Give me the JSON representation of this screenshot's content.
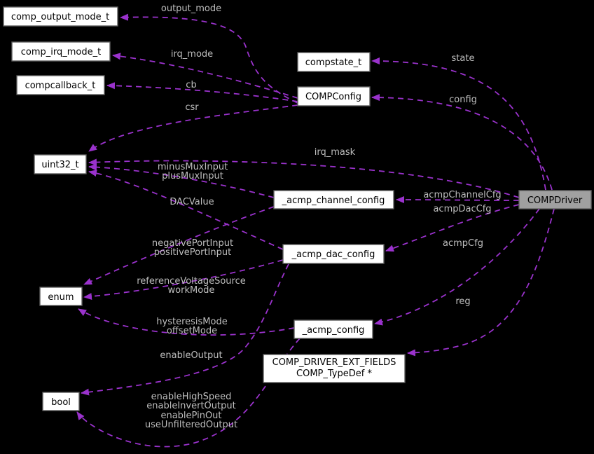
{
  "colors": {
    "background": "#000000",
    "edge": "#9a32cc",
    "edge_label": "#bebebe",
    "node_fill": "#ffffff",
    "node_border": "#5f5f5f",
    "node_text": "#000000",
    "active_node_fill": "#a0a0a0",
    "active_node_border": "#646464"
  },
  "diagram": {
    "type": "collaboration-graph",
    "focus_node": "COMPDriver"
  },
  "nodes": [
    {
      "id": "comp_output_mode_t",
      "label": "comp_output_mode_t"
    },
    {
      "id": "comp_irq_mode_t",
      "label": "comp_irq_mode_t"
    },
    {
      "id": "compcallback_t",
      "label": "compcallback_t"
    },
    {
      "id": "compstate_t",
      "label": "compstate_t"
    },
    {
      "id": "COMPConfig",
      "label": "COMPConfig"
    },
    {
      "id": "uint32_t",
      "label": "uint32_t"
    },
    {
      "id": "_acmp_channel_config",
      "label": "_acmp_channel_config"
    },
    {
      "id": "_acmp_dac_config",
      "label": "_acmp_dac_config"
    },
    {
      "id": "enum",
      "label": "enum"
    },
    {
      "id": "_acmp_config",
      "label": "_acmp_config"
    },
    {
      "id": "COMP_DRIVER_EXT_FIELDS",
      "lines": [
        "COMP_DRIVER_EXT_FIELDS",
        "COMP_TypeDef *"
      ]
    },
    {
      "id": "bool",
      "label": "bool"
    },
    {
      "id": "COMPDriver",
      "label": "COMPDriver",
      "highlight": true
    }
  ],
  "edges": [
    {
      "name": "output_mode",
      "from": "COMPConfig",
      "to": "comp_output_mode_t",
      "lines": [
        "output_mode"
      ]
    },
    {
      "name": "irq_mode",
      "from": "COMPConfig",
      "to": "comp_irq_mode_t",
      "lines": [
        "irq_mode"
      ]
    },
    {
      "name": "cb",
      "from": "COMPConfig",
      "to": "compcallback_t",
      "lines": [
        "cb"
      ]
    },
    {
      "name": "csr",
      "from": "COMPConfig",
      "to": "uint32_t",
      "lines": [
        "csr"
      ]
    },
    {
      "name": "state",
      "from": "COMPDriver",
      "to": "compstate_t",
      "lines": [
        "state"
      ]
    },
    {
      "name": "config",
      "from": "COMPDriver",
      "to": "COMPConfig",
      "lines": [
        "config"
      ]
    },
    {
      "name": "irq_mask",
      "from": "COMPDriver",
      "to": "uint32_t",
      "lines": [
        "irq_mask"
      ]
    },
    {
      "name": "mux-inputs",
      "from": "_acmp_channel_config",
      "to": "uint32_t",
      "lines": [
        "minusMuxInput",
        "plusMuxInput"
      ]
    },
    {
      "name": "dac-value",
      "from": "_acmp_dac_config",
      "to": "uint32_t",
      "lines": [
        "DACValue"
      ]
    },
    {
      "name": "port-inputs",
      "from": "_acmp_channel_config",
      "to": "enum",
      "lines": [
        "negativePortInput",
        "positivePortInput"
      ]
    },
    {
      "name": "reference-workmode",
      "from": "_acmp_dac_config",
      "to": "enum",
      "lines": [
        "referenceVoltageSource",
        "workMode"
      ]
    },
    {
      "name": "hysteresis-offset",
      "from": "_acmp_config",
      "to": "enum",
      "lines": [
        "hysteresisMode",
        "offsetMode"
      ]
    },
    {
      "name": "enable-output",
      "from": "_acmp_dac_config",
      "to": "bool",
      "lines": [
        "enableOutput"
      ]
    },
    {
      "name": "enable-flags",
      "from": "_acmp_config",
      "to": "bool",
      "lines": [
        "enableHighSpeed",
        "enableInvertOutput",
        "enablePinOut",
        "useUnfilteredOutput"
      ]
    },
    {
      "name": "acmpChannelCfg",
      "from": "COMPDriver",
      "to": "_acmp_channel_config",
      "lines": [
        "acmpChannelCfg"
      ]
    },
    {
      "name": "acmpDacCfg",
      "from": "COMPDriver",
      "to": "_acmp_dac_config",
      "lines": [
        "acmpDacCfg"
      ]
    },
    {
      "name": "acmpCfg",
      "from": "COMPDriver",
      "to": "_acmp_config",
      "lines": [
        "acmpCfg"
      ]
    },
    {
      "name": "reg",
      "from": "COMPDriver",
      "to": "COMP_DRIVER_EXT_FIELDS",
      "lines": [
        "reg"
      ]
    }
  ]
}
